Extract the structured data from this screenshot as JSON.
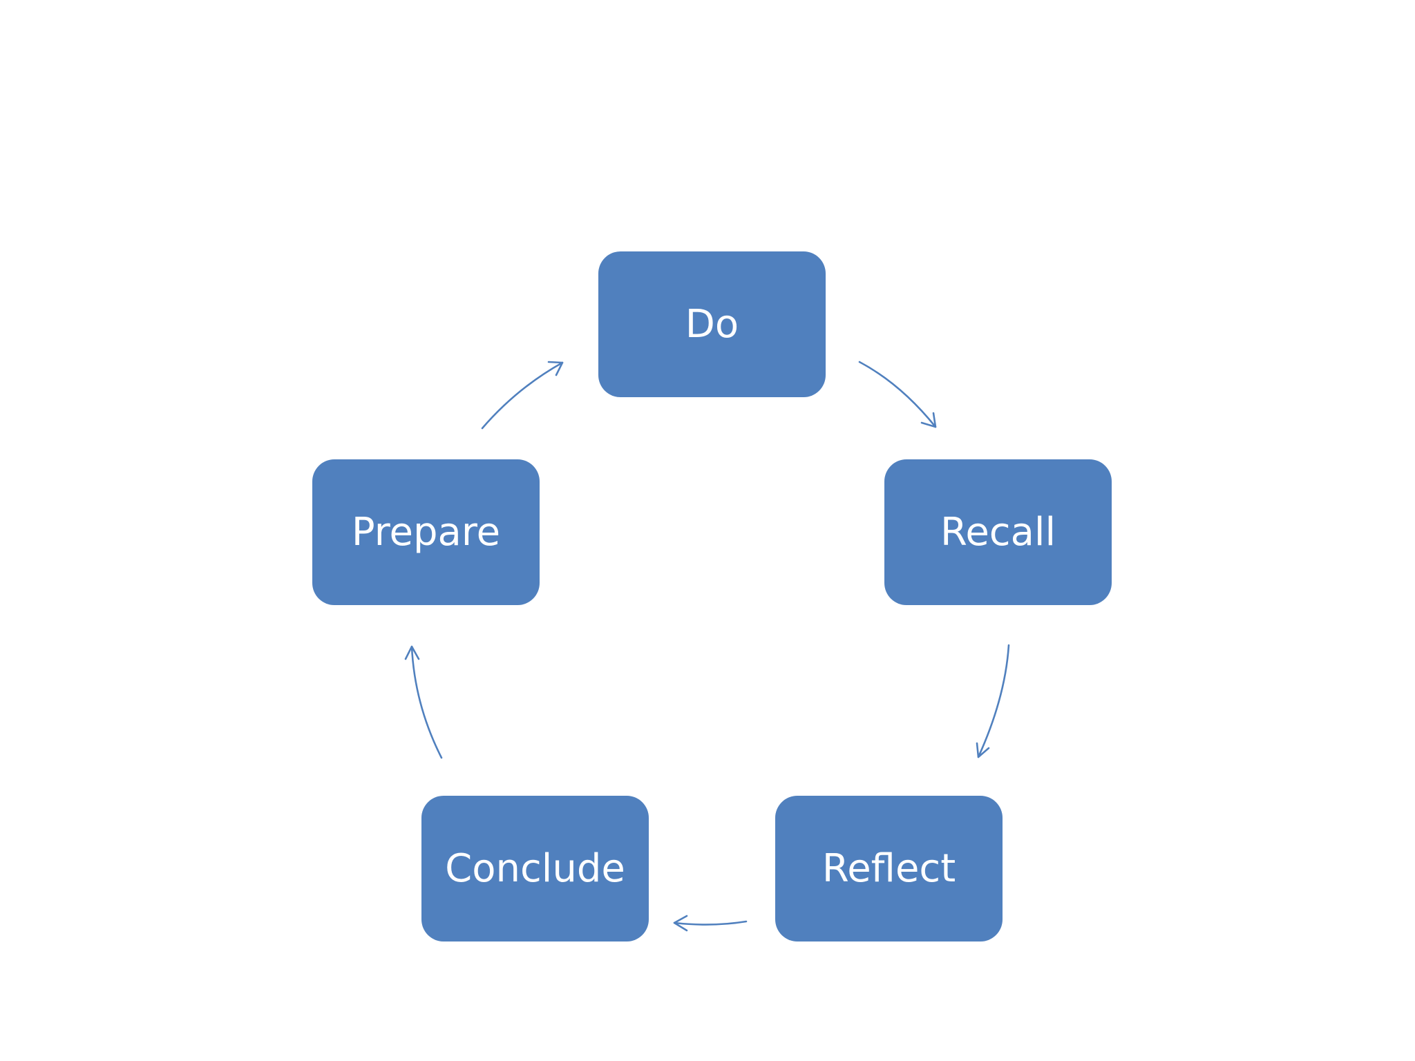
{
  "diagram": {
    "type": "cycle",
    "accent_color": "#5080be",
    "text_color": "#ffffff",
    "background_color": "#ffffff",
    "nodes": [
      {
        "id": "do",
        "label": "Do"
      },
      {
        "id": "recall",
        "label": "Recall"
      },
      {
        "id": "reflect",
        "label": "Reflect"
      },
      {
        "id": "conclude",
        "label": "Conclude"
      },
      {
        "id": "prepare",
        "label": "Prepare"
      }
    ],
    "edges": [
      {
        "from": "do",
        "to": "recall"
      },
      {
        "from": "recall",
        "to": "reflect"
      },
      {
        "from": "reflect",
        "to": "conclude"
      },
      {
        "from": "conclude",
        "to": "prepare"
      },
      {
        "from": "prepare",
        "to": "do"
      }
    ]
  }
}
